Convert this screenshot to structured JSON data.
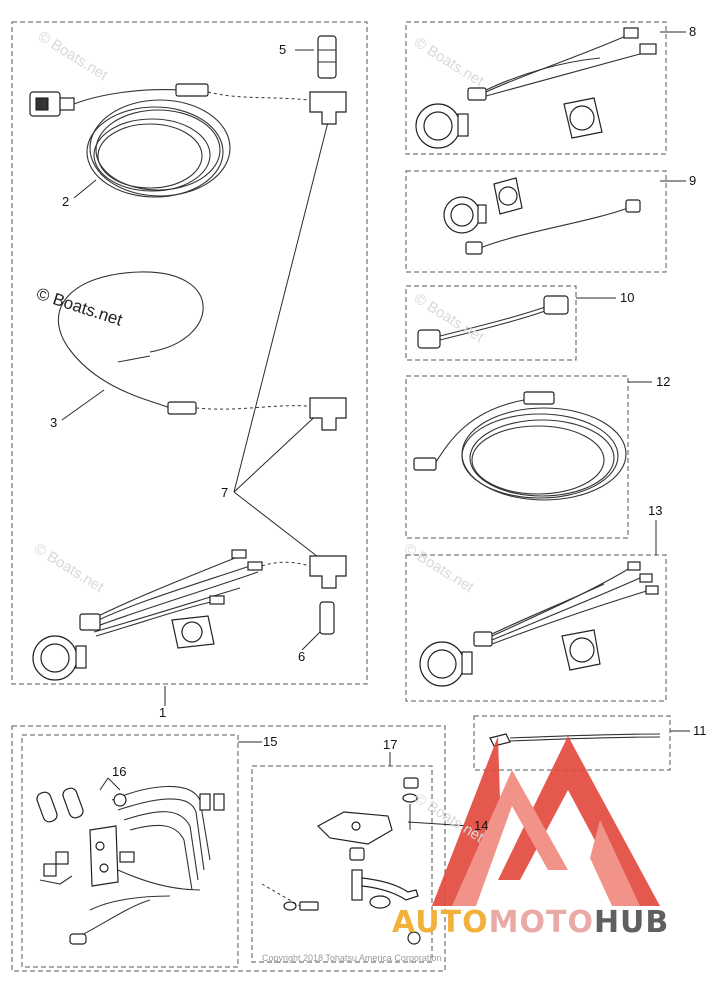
{
  "diagram": {
    "callouts": {
      "c1": "1",
      "c2": "2",
      "c3": "3",
      "c5": "5",
      "c6": "6",
      "c7": "7",
      "c8": "8",
      "c9": "9",
      "c10": "10",
      "c11": "11",
      "c12": "12",
      "c13": "13",
      "c14": "14",
      "c15": "15",
      "c16": "16",
      "c17": "17"
    },
    "watermark_text": "© Boats.net",
    "copyright": "Copyright 2018 Tohatsu America Corporation",
    "logo": {
      "part1": "AUTO",
      "part2": "MOTO",
      "part3": "HUB"
    }
  },
  "colors": {
    "line": "#2a2a2a",
    "dashed_box": "#555555",
    "logo_red": "#e34a3f",
    "logo_orange": "#f2b13d",
    "logo_pink": "#e9a9a5",
    "logo_gray": "#606060"
  }
}
